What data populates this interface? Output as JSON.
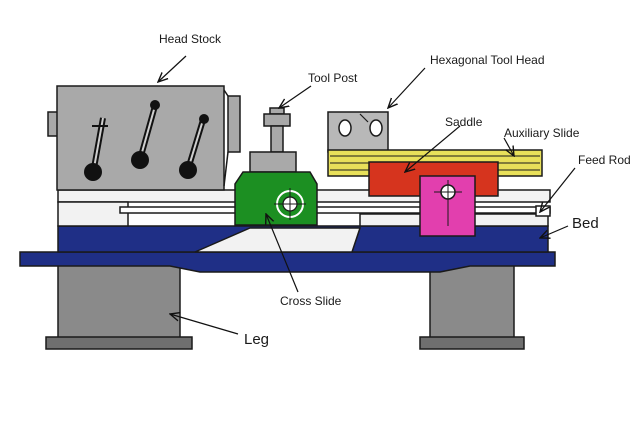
{
  "labels": {
    "head_stock": "Head Stock",
    "tool_post": "Tool Post",
    "hexagonal_tool_head": "Hexagonal Tool Head",
    "saddle": "Saddle",
    "auxiliary_slide": "Auxiliary Slide",
    "feed_rod": "Feed Rod",
    "bed": "Bed",
    "cross_slide": "Cross Slide",
    "leg": "Leg"
  },
  "colors": {
    "headstock_gray": "#a9a9a9",
    "leg_gray": "#8a8a8a",
    "bed_navy": "#1f2f86",
    "cross_slide_green": "#1c8f22",
    "saddle_red": "#d6341e",
    "apron_magenta": "#e23fae",
    "auxiliary_slide_yellow": "#e8e05a",
    "tool_head_gray": "#b8b8b8",
    "outline": "#1a1a1a"
  }
}
